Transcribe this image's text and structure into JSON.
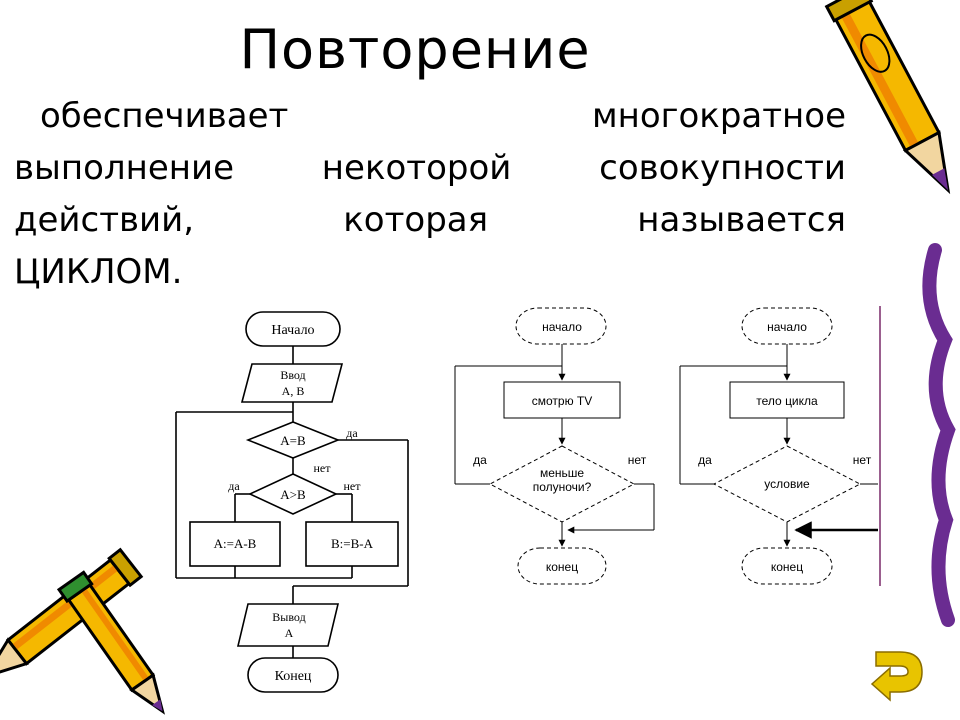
{
  "slide": {
    "title": "Повторение",
    "lines": [
      [
        "обеспечивает",
        "многократное"
      ],
      [
        "выполнение",
        "некоторой",
        "совокупности"
      ],
      [
        "действий,",
        "которая",
        "называется"
      ],
      [
        "ЦИКЛОМ."
      ]
    ]
  },
  "flowchart1": {
    "start": "Начало",
    "input_line1": "Ввод",
    "input_line2": "A, B",
    "cond1": "A=B",
    "yes1": "да",
    "no1": "нет",
    "cond2": "A>B",
    "yes2": "да",
    "no2": "нет",
    "assign1": "A:=A-B",
    "assign2": "B:=B-A",
    "output_line1": "Вывод",
    "output_line2": "A",
    "end": "Конец"
  },
  "flowchart2": {
    "start": "начало",
    "action": "смотрю TV",
    "cond_line1": "меньше",
    "cond_line2": "полуночи?",
    "yes": "да",
    "no": "нет",
    "end": "конец"
  },
  "flowchart3": {
    "start": "начало",
    "action": "тело цикла",
    "cond": "условие",
    "yes": "да",
    "no": "нет",
    "end": "конец"
  },
  "colors": {
    "pencil_yellow": "#f5b800",
    "pencil_orange": "#f08a00",
    "pencil_purple": "#6a2c91",
    "arrow_yellow": "#e8c400"
  }
}
